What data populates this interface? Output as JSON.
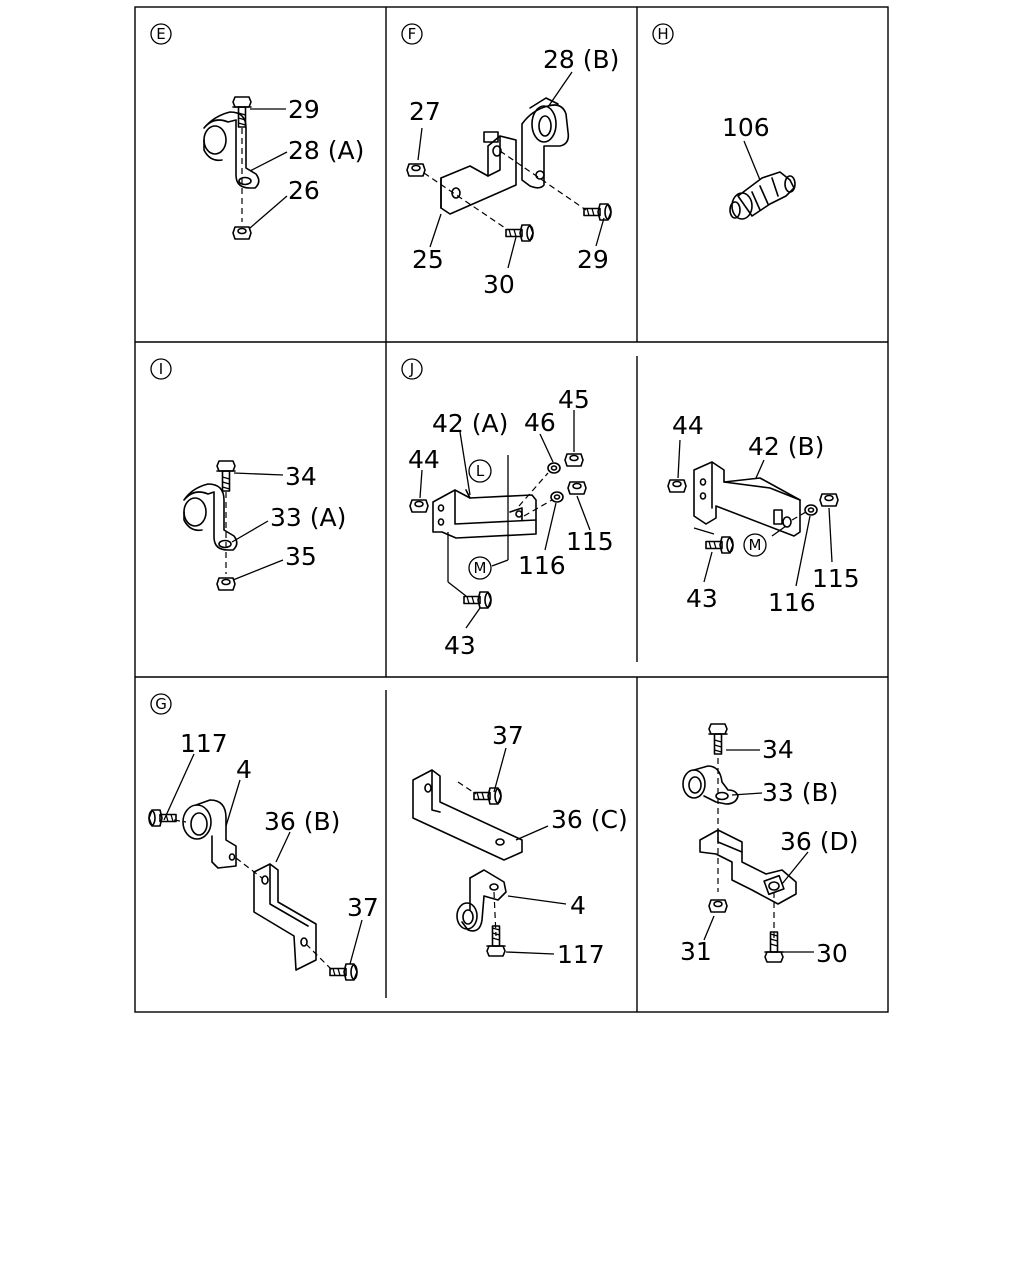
{
  "panels": {
    "E": {
      "marker": "E",
      "labels": {
        "bolt": "29",
        "clip": "28 (A)",
        "nut": "26"
      }
    },
    "F": {
      "marker": "F",
      "labels": {
        "clip": "28 (B)",
        "nut": "27",
        "bracket": "25",
        "bolt_bracket": "30",
        "bolt_clip": "29"
      }
    },
    "H": {
      "marker": "H",
      "labels": {
        "fitting": "106"
      }
    },
    "I": {
      "marker": "I",
      "labels": {
        "bolt": "34",
        "clip": "33 (A)",
        "nut": "35"
      }
    },
    "J": {
      "marker": "J",
      "labels": {
        "bracket": "42 (A)",
        "washer_top": "46",
        "nut_top": "45",
        "nut_left": "44",
        "nut_right": "115",
        "washer_right": "116",
        "bolt": "43",
        "ref_l": "L",
        "ref_m": "M"
      }
    },
    "J2": {
      "labels": {
        "nut_left": "44",
        "bracket": "42 (B)",
        "bolt": "43",
        "washer": "116",
        "nut": "115",
        "ref_m": "M"
      }
    },
    "G": {
      "marker": "G",
      "labels": {
        "bolt_small": "117",
        "clip": "4",
        "bracket": "36 (B)",
        "bolt": "37"
      }
    },
    "G2": {
      "labels": {
        "bolt": "37",
        "bracket": "36 (C)",
        "clip": "4",
        "bolt_small": "117"
      }
    },
    "G3": {
      "labels": {
        "bolt": "34",
        "clip": "33 (B)",
        "bracket": "36 (D)",
        "nut": "31",
        "bolt_bottom": "30"
      }
    }
  }
}
